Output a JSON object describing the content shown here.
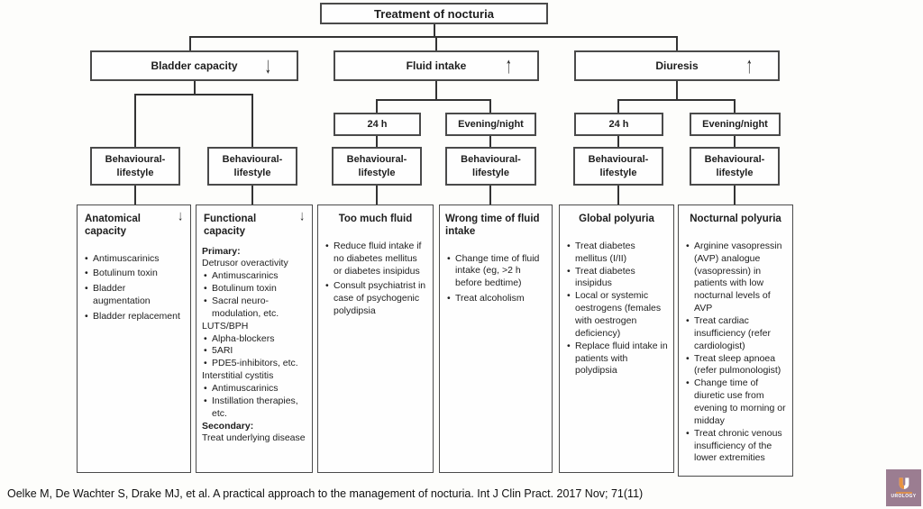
{
  "title": "Treatment of nocturia",
  "branches": [
    {
      "label": "Bladder capacity",
      "arrow": "↓"
    },
    {
      "label": "Fluid intake",
      "arrow": "↑"
    },
    {
      "label": "Diuresis",
      "arrow": "↑"
    }
  ],
  "time_boxes": [
    {
      "label": "24 h"
    },
    {
      "label": "Evening/night"
    },
    {
      "label": "24 h"
    },
    {
      "label": "Evening/night"
    }
  ],
  "behavioural": {
    "line1": "Behavioural-",
    "line2": "lifestyle"
  },
  "detail_boxes": [
    {
      "title": "Anatomical capacity",
      "title_arrow": "↓",
      "title_align": "left",
      "lines": [
        {
          "type": "bullet",
          "text": "Antimuscarinics"
        },
        {
          "type": "bullet",
          "text": "Botulinum toxin"
        },
        {
          "type": "bullet",
          "text": "Bladder augmentation"
        },
        {
          "type": "bullet",
          "text": "Bladder replacement"
        }
      ]
    },
    {
      "title": "Functional capacity",
      "title_arrow": "↓",
      "title_align": "left",
      "lines": [
        {
          "type": "bold",
          "text": "Primary:"
        },
        {
          "type": "plain",
          "text": "Detrusor overactivity"
        },
        {
          "type": "bullet",
          "text": "Antimuscarinics"
        },
        {
          "type": "bullet",
          "text": "Botulinum toxin"
        },
        {
          "type": "bullet",
          "text": "Sacral neuro-modulation, etc."
        },
        {
          "type": "plain",
          "text": "LUTS/BPH"
        },
        {
          "type": "bullet",
          "text": "Alpha-blockers"
        },
        {
          "type": "bullet",
          "text": "5ARI"
        },
        {
          "type": "bullet",
          "text": "PDE5-inhibitors, etc."
        },
        {
          "type": "plain",
          "text": "Interstitial cystitis"
        },
        {
          "type": "bullet",
          "text": "Antimuscarinics"
        },
        {
          "type": "bullet",
          "text": "Instillation therapies, etc."
        },
        {
          "type": "bold",
          "text": "Secondary:"
        },
        {
          "type": "plain",
          "text": "Treat underlying disease"
        }
      ]
    },
    {
      "title": "Too much fluid",
      "title_arrow": "",
      "title_align": "center",
      "lines": [
        {
          "type": "bullet",
          "text": "Reduce fluid intake if no diabetes mellitus or diabetes insipidus"
        },
        {
          "type": "bullet",
          "text": "Consult psychiatrist in case of psychogenic polydipsia"
        }
      ]
    },
    {
      "title": "Wrong time of fluid intake",
      "title_arrow": "",
      "title_align": "center",
      "lines": [
        {
          "type": "bullet",
          "text": "Change time of fluid intake (eg, >2 h before bedtime)"
        },
        {
          "type": "bullet",
          "text": "Treat alcoholism"
        }
      ]
    },
    {
      "title": "Global polyuria",
      "title_arrow": "",
      "title_align": "center",
      "lines": [
        {
          "type": "bullet",
          "text": "Treat diabetes mellitus (I/II)"
        },
        {
          "type": "bullet",
          "text": "Treat diabetes insipidus"
        },
        {
          "type": "bullet",
          "text": "Local or systemic oestrogens (females with oestrogen deficiency)"
        },
        {
          "type": "bullet",
          "text": "Replace fluid intake in patients with polydipsia"
        }
      ]
    },
    {
      "title": "Nocturnal polyuria",
      "title_arrow": "",
      "title_align": "center",
      "lines": [
        {
          "type": "bullet",
          "text": "Arginine vasopressin (AVP) analogue (vasopressin) in patients with low nocturnal levels of AVP"
        },
        {
          "type": "bullet",
          "text": "Treat cardiac insufficiency (refer cardiologist)"
        },
        {
          "type": "bullet",
          "text": "Treat sleep apnoea (refer pulmonologist)"
        },
        {
          "type": "bullet",
          "text": "Change time of diuretic use from evening to morning or midday"
        },
        {
          "type": "bullet",
          "text": "Treat chronic venous insufficiency of the lower extremities"
        }
      ]
    }
  ],
  "citation": "Oelke M, De Wachter S, Drake MJ, et al. A practical approach to the management of nocturia. Int J Clin Pract. 2017 Nov; 71(11)",
  "logo": {
    "label": "UROLOGY",
    "bg": "#9b7d91",
    "accent": "#e8923f"
  }
}
